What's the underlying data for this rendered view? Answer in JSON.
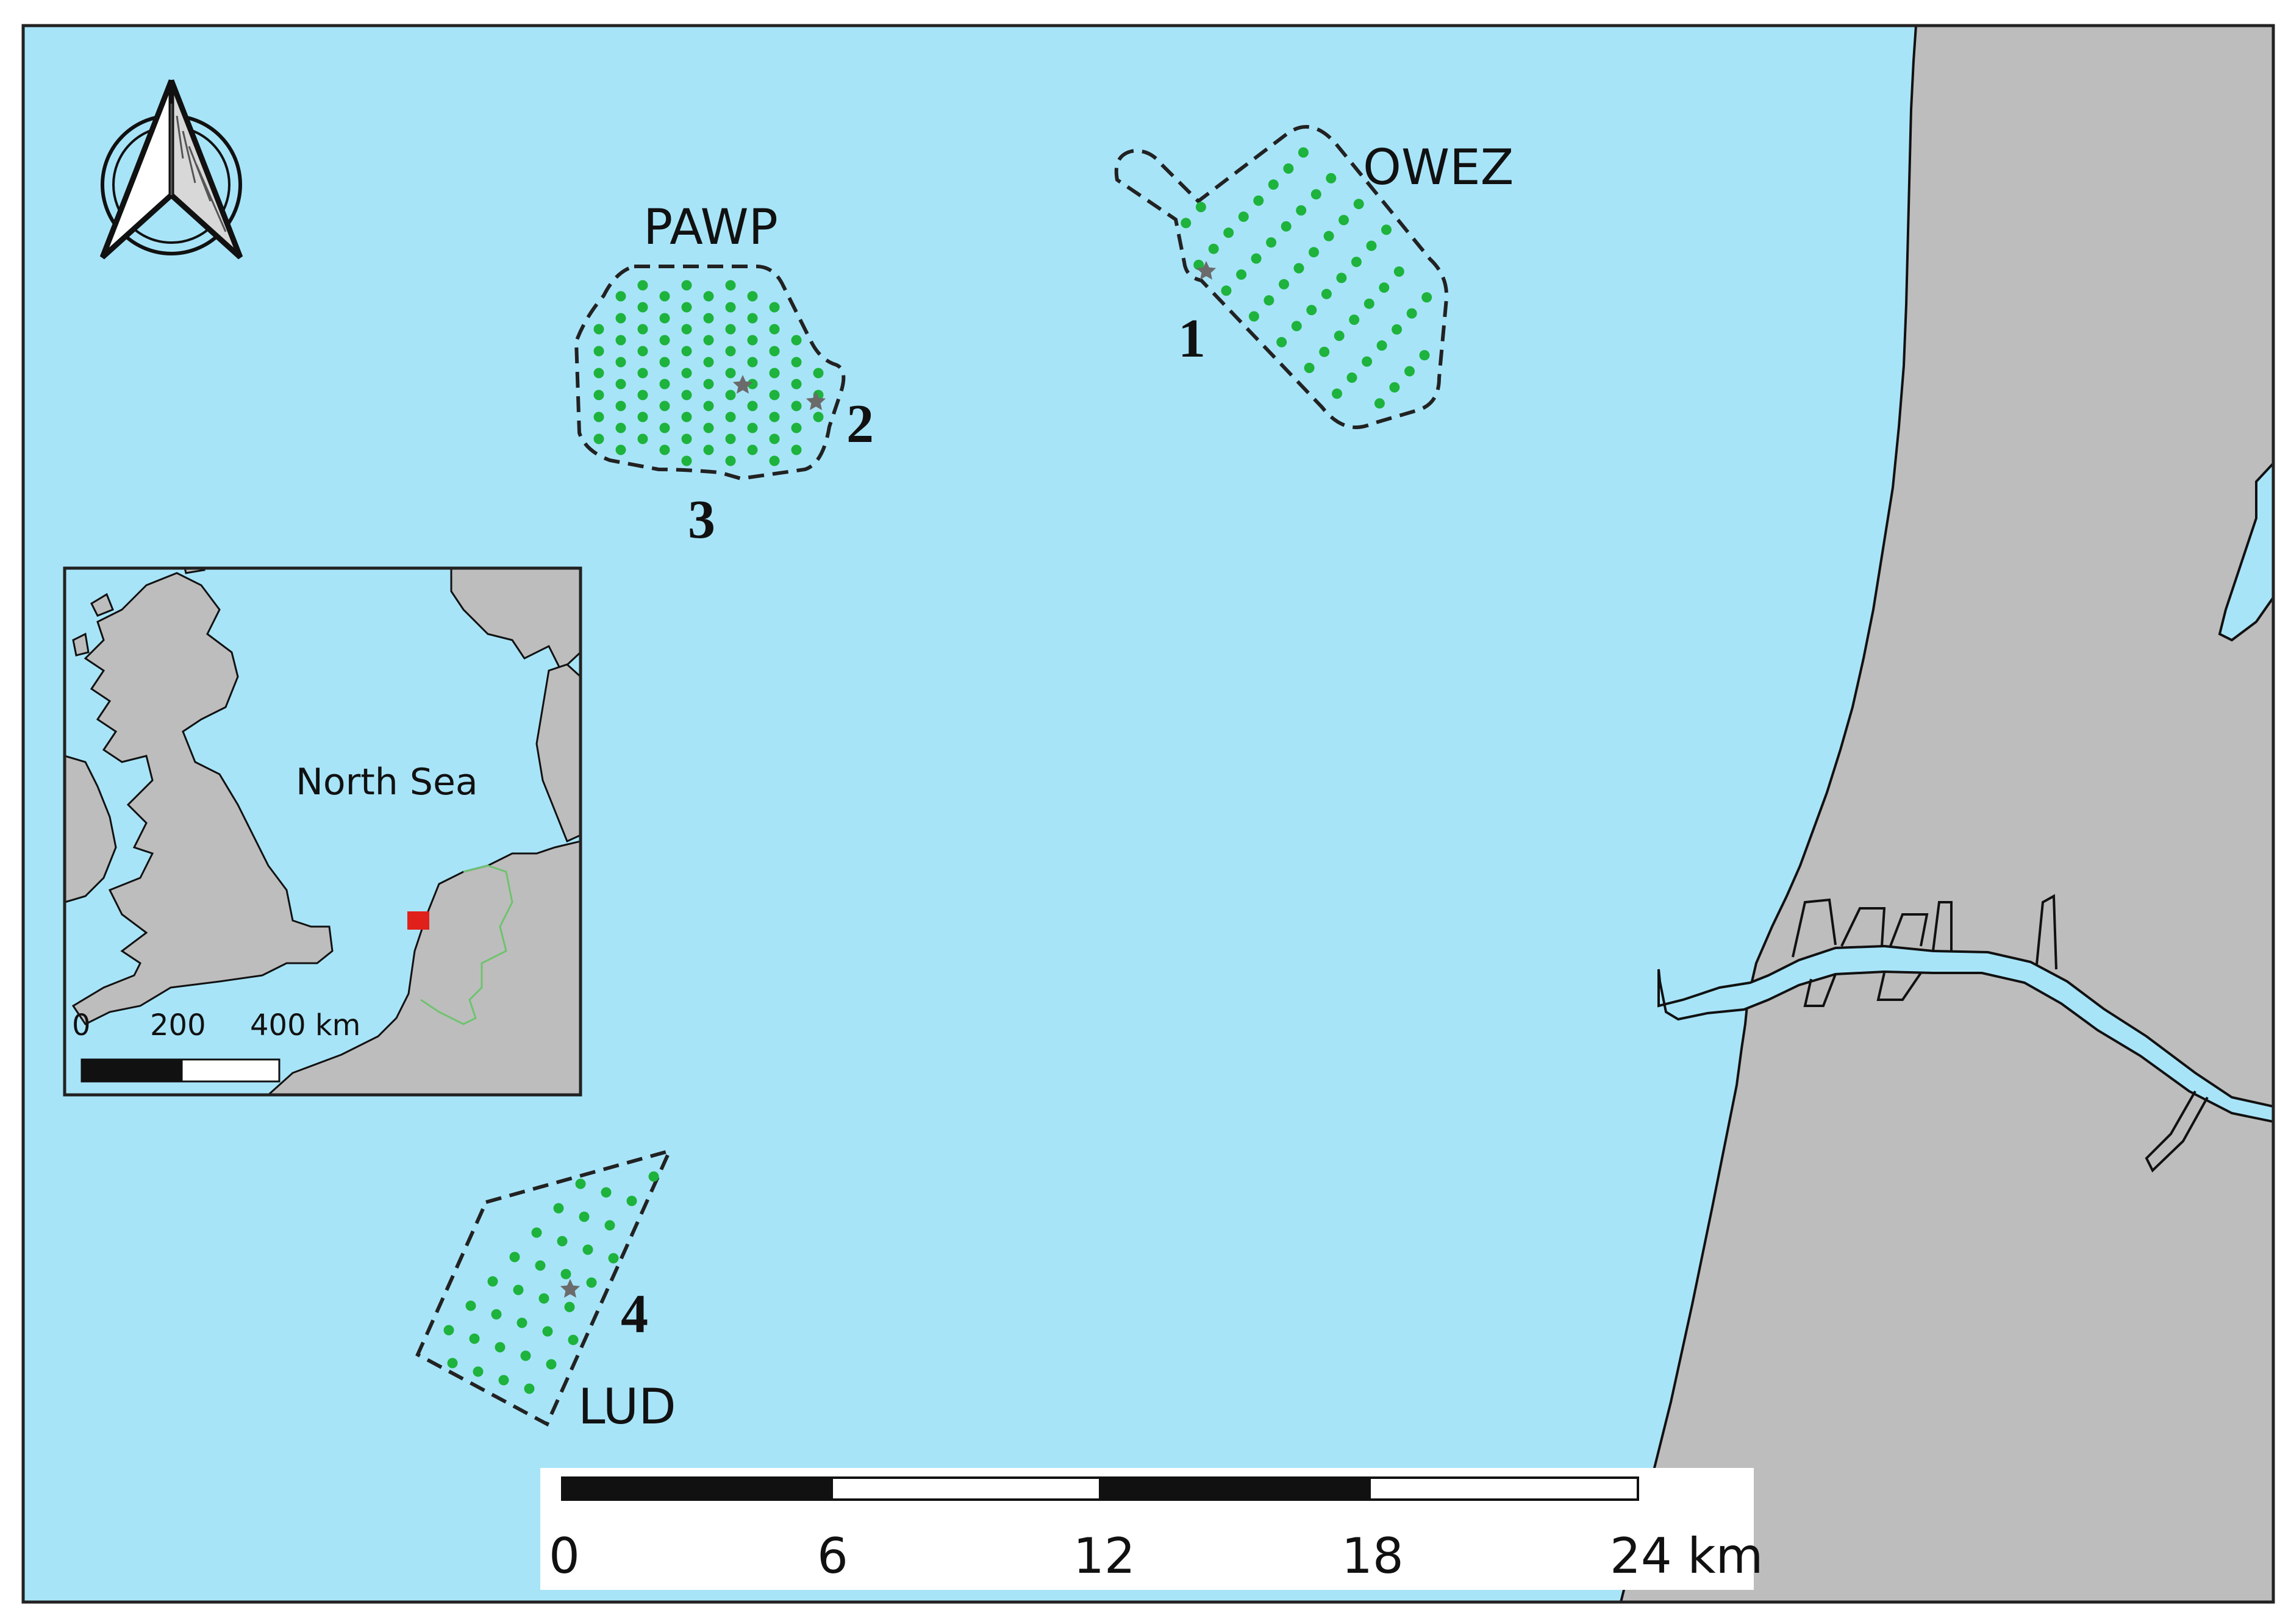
{
  "colors": {
    "sea": "#a8e4f8",
    "land": "#bdbdbd",
    "turbine": "#1db33c",
    "boundary": "#222222",
    "station": "#6b6b6b",
    "netherlands_border": "#6fc36f",
    "study_area": "#e0201a"
  },
  "north_arrow": {
    "icon": "north-arrow-icon"
  },
  "wind_farms": [
    {
      "id": "owez",
      "name": "OWEZ"
    },
    {
      "id": "pawp",
      "name": "PAWP"
    },
    {
      "id": "lud",
      "name": "LUD"
    }
  ],
  "stations": [
    "1",
    "2",
    "3",
    "4"
  ],
  "inset": {
    "sea_label": "North Sea",
    "scale_labels": [
      "0",
      "200",
      "400 km"
    ]
  },
  "scale_bar": {
    "labels": [
      "0",
      "6",
      "12",
      "18",
      "24 km"
    ]
  }
}
